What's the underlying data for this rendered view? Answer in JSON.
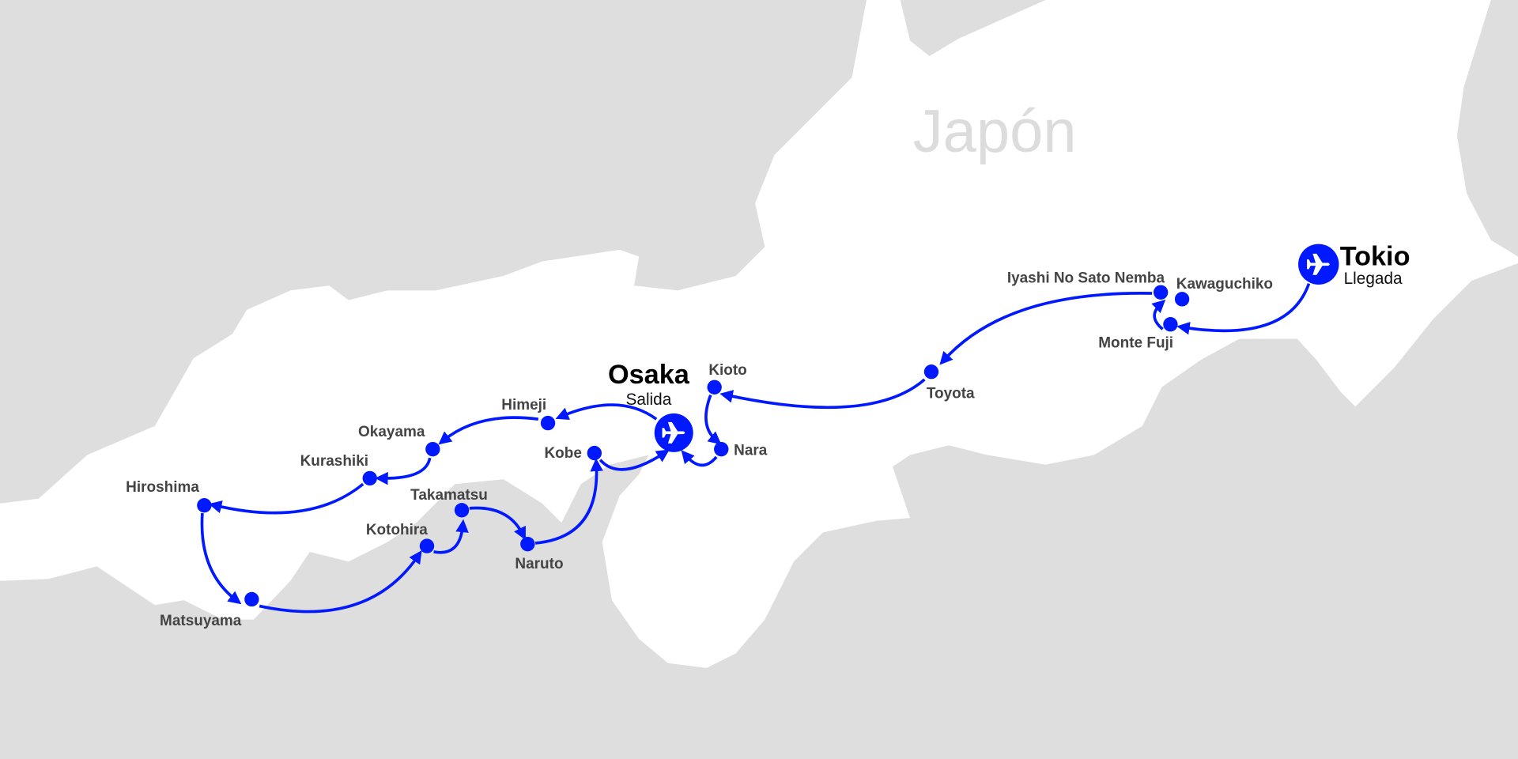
{
  "country": "Japón",
  "route_color": "#0019ff",
  "start": {
    "city": "Osaka",
    "note": "Salida",
    "icon": "airplane-icon"
  },
  "end": {
    "city": "Tokio",
    "note": "Llegada",
    "icon": "airplane-icon"
  },
  "stops": [
    {
      "name": "Kioto"
    },
    {
      "name": "Nara"
    },
    {
      "name": "Kobe"
    },
    {
      "name": "Himeji"
    },
    {
      "name": "Okayama"
    },
    {
      "name": "Kurashiki"
    },
    {
      "name": "Hiroshima"
    },
    {
      "name": "Matsuyama"
    },
    {
      "name": "Kotohira"
    },
    {
      "name": "Takamatsu"
    },
    {
      "name": "Naruto"
    },
    {
      "name": "Toyota"
    },
    {
      "name": "Iyashi No Sato Nemba"
    },
    {
      "name": "Kawaguchiko"
    },
    {
      "name": "Monte Fuji"
    }
  ]
}
